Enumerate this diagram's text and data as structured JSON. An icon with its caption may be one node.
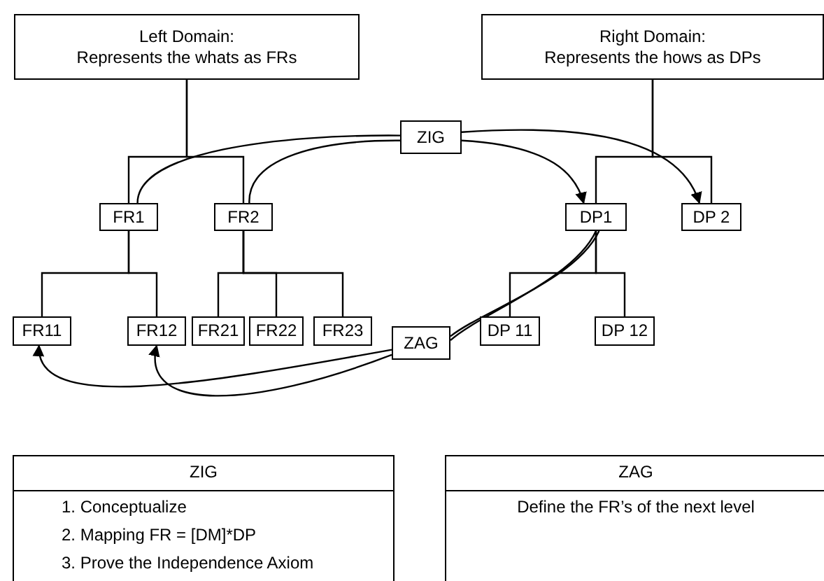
{
  "diagram": {
    "nodes": [
      {
        "text": [
          "Left Domain:",
          "Represents the whats as FRs"
        ]
      },
      {
        "text": [
          "Right Domain:",
          "Represents the hows as DPs"
        ]
      },
      {
        "text": [
          "ZIG"
        ]
      },
      {
        "text": [
          "FR1"
        ]
      },
      {
        "text": [
          "FR2"
        ]
      },
      {
        "text": [
          "DP1"
        ]
      },
      {
        "text": [
          "DP 2"
        ]
      },
      {
        "text": [
          "FR11"
        ]
      },
      {
        "text": [
          "FR12"
        ]
      },
      {
        "text": [
          "FR21"
        ]
      },
      {
        "text": [
          "FR22"
        ]
      },
      {
        "text": [
          "FR23"
        ]
      },
      {
        "text": [
          "ZAG"
        ]
      },
      {
        "text": [
          "DP 11"
        ]
      },
      {
        "text": [
          "DP 12"
        ]
      },
      {
        "text": [
          "ZIG",
          "1. Conceptualize",
          "2. Mapping FR = [DM]*DP",
          "3. Prove the Independence Axiom"
        ]
      },
      {
        "text": [
          "ZAG",
          "Define the FR’s of the next level"
        ]
      }
    ],
    "edges": [
      {
        "from": 0,
        "to": 3,
        "arrow": "none"
      },
      {
        "from": 0,
        "to": 4,
        "arrow": "none"
      },
      {
        "from": 1,
        "to": 5,
        "arrow": "none"
      },
      {
        "from": 1,
        "to": 6,
        "arrow": "none"
      },
      {
        "from": 3,
        "to": 7,
        "arrow": "none"
      },
      {
        "from": 3,
        "to": 8,
        "arrow": "none"
      },
      {
        "from": 4,
        "to": 9,
        "arrow": "none"
      },
      {
        "from": 4,
        "to": 10,
        "arrow": "none"
      },
      {
        "from": 4,
        "to": 11,
        "arrow": "none"
      },
      {
        "from": 5,
        "to": 13,
        "arrow": "none"
      },
      {
        "from": 5,
        "to": 14,
        "arrow": "none"
      },
      {
        "from": 3,
        "to": 2,
        "arrow": "none"
      },
      {
        "from": 4,
        "to": 2,
        "arrow": "none"
      },
      {
        "from": 2,
        "to": 5,
        "arrow": "to"
      },
      {
        "from": 2,
        "to": 6,
        "arrow": "to"
      },
      {
        "from": 5,
        "to": 12,
        "arrow": "none"
      },
      {
        "from": 5,
        "to": 12,
        "arrow": "none"
      },
      {
        "from": 12,
        "to": 7,
        "arrow": "to"
      },
      {
        "from": 12,
        "to": 8,
        "arrow": "to"
      }
    ]
  }
}
